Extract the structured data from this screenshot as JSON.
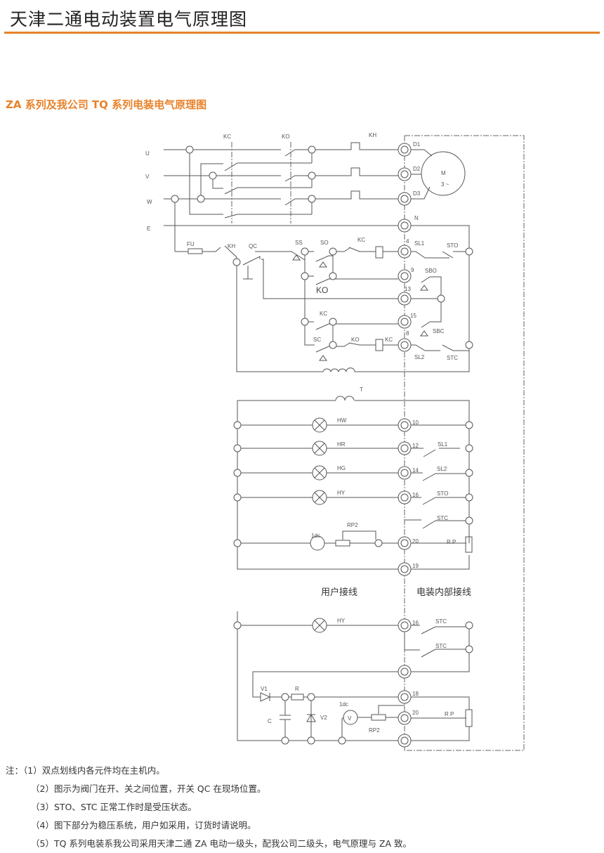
{
  "header": {
    "title": "天津二通电动装置电气原理图"
  },
  "section": {
    "subtitle": "ZA 系列及我公司 TQ 系列电装电气原理图"
  },
  "diagram": {
    "phases": {
      "u": "U",
      "v": "V",
      "w": "W",
      "e": "E"
    },
    "components": {
      "kc": "KC",
      "ko": "KO",
      "kh": "KH",
      "fu": "FU",
      "qc": "QC",
      "ss": "SS",
      "so": "SO",
      "sl1": "SL1",
      "sto": "STO",
      "sbo": "SBO",
      "ko_big": "KO",
      "sc": "SC",
      "sbc": "SBC",
      "sl2": "SL2",
      "stc": "STC",
      "t": "T",
      "hw": "HW",
      "hr": "HR",
      "hg": "HG",
      "hy": "HY",
      "rp2": "RP2",
      "onedc": "1dc",
      "rp": "R P",
      "v1": "V1",
      "r": "R",
      "c": "C",
      "v2": "V2",
      "v": "V"
    },
    "motor": {
      "m": "M",
      "phase": "3 ~"
    },
    "terminals": {
      "d1": "D1",
      "d2": "D2",
      "d3": "D3",
      "n": "N",
      "t4": "4",
      "t9": "9",
      "t13": "13",
      "t15": "15",
      "t8": "8",
      "t10": "10",
      "t12": "12",
      "t14": "14",
      "t16": "16",
      "t20": "20",
      "t19": "19",
      "t18": "18"
    },
    "zones": {
      "user": "用户接线",
      "internal": "电装内部接线"
    }
  },
  "notes": {
    "prefix": "注：",
    "items": [
      "（1）双点划线内各元件均在主机内。",
      "（2）图示为阀门在开、关之间位置，开关 QC 在现场位置。",
      "（3）STO、STC 正常工作时是受压状态。",
      "（4）图下部分为稳压系统，用户如采用，订货时请说明。",
      "（5）TQ 系列电装系我公司采用天津二通 ZA 电动一级头，配我公司二级头，电气原理与 ZA 致。"
    ]
  }
}
